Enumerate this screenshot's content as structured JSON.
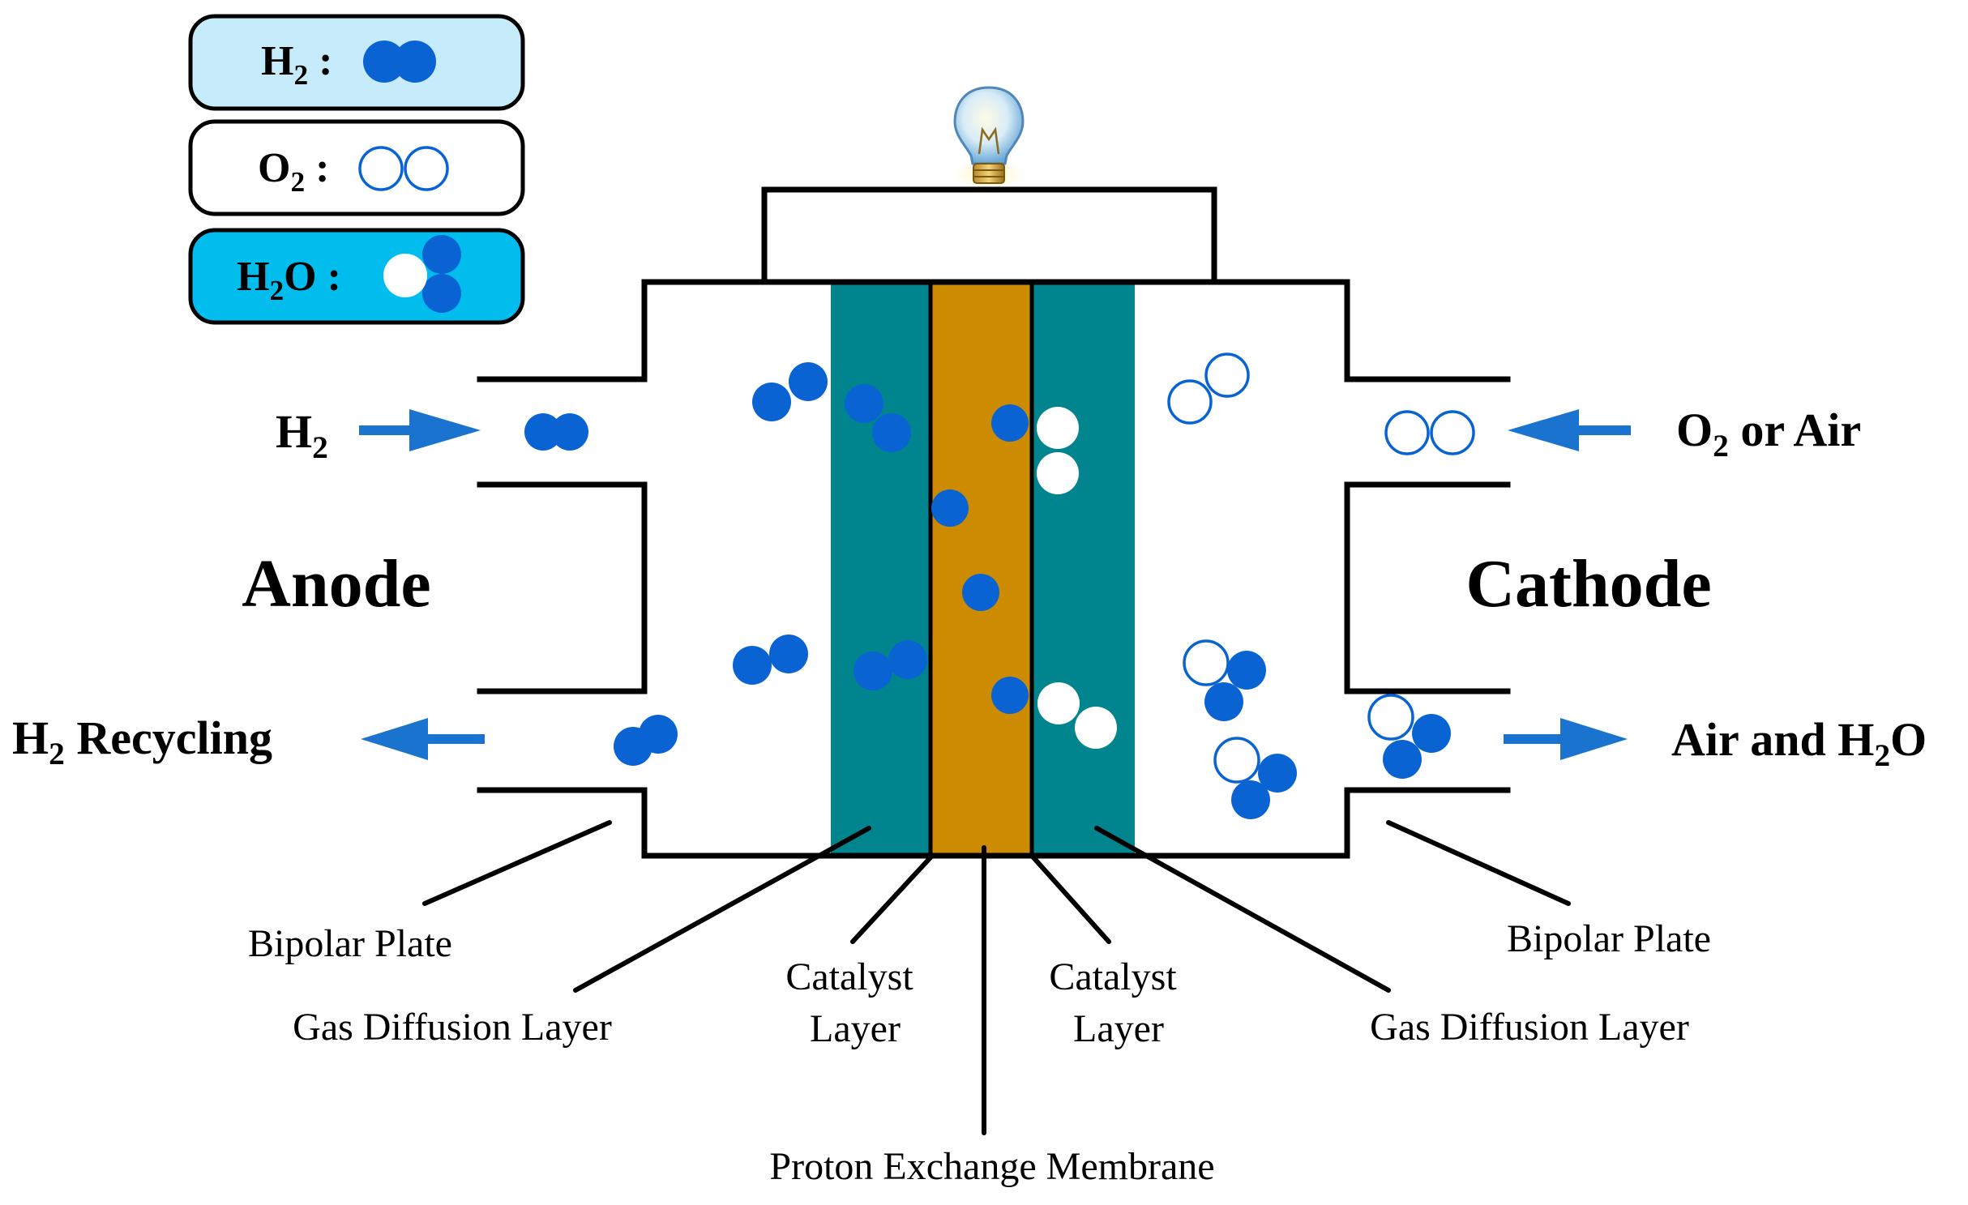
{
  "legend": {
    "h2": {
      "main": "H",
      "sub": "2",
      "suffix": " :"
    },
    "o2": {
      "main": "O",
      "sub": "2",
      "suffix": " :"
    },
    "h2o": {
      "main": "H",
      "sub": "2",
      "tail": "O",
      "suffix": " :"
    }
  },
  "sides": {
    "anode": "Anode",
    "cathode": "Cathode"
  },
  "flows": {
    "h2_in": {
      "main": "H",
      "sub": "2"
    },
    "o2_in": {
      "main": "O",
      "sub": "2",
      "tail": " or Air"
    },
    "h2_out": {
      "main": "H",
      "sub": "2",
      "tail": " Recycling"
    },
    "air_out": {
      "main": "Air and H",
      "sub": "2",
      "tail": "O"
    }
  },
  "labels": {
    "bipolar_left": "Bipolar Plate",
    "bipolar_right": "Bipolar Plate",
    "gdl_left": "Gas Diffusion Layer",
    "gdl_right": "Gas Diffusion Layer",
    "catalyst_left_1": "Catalyst",
    "catalyst_left_2": "Layer",
    "catalyst_right_1": "Catalyst",
    "catalyst_right_2": "Layer",
    "membrane": "Proton Exchange Membrane"
  },
  "colors": {
    "hydrogen": "#0a63d3",
    "gas_diffusion_layer": "#00858f",
    "membrane": "#cc8b00",
    "legend_h2_fill": "#c6ecfb",
    "legend_h2o_fill": "#00bdee",
    "arrow": "#1a73cf"
  },
  "icons": {
    "load": "light-bulb-icon"
  }
}
